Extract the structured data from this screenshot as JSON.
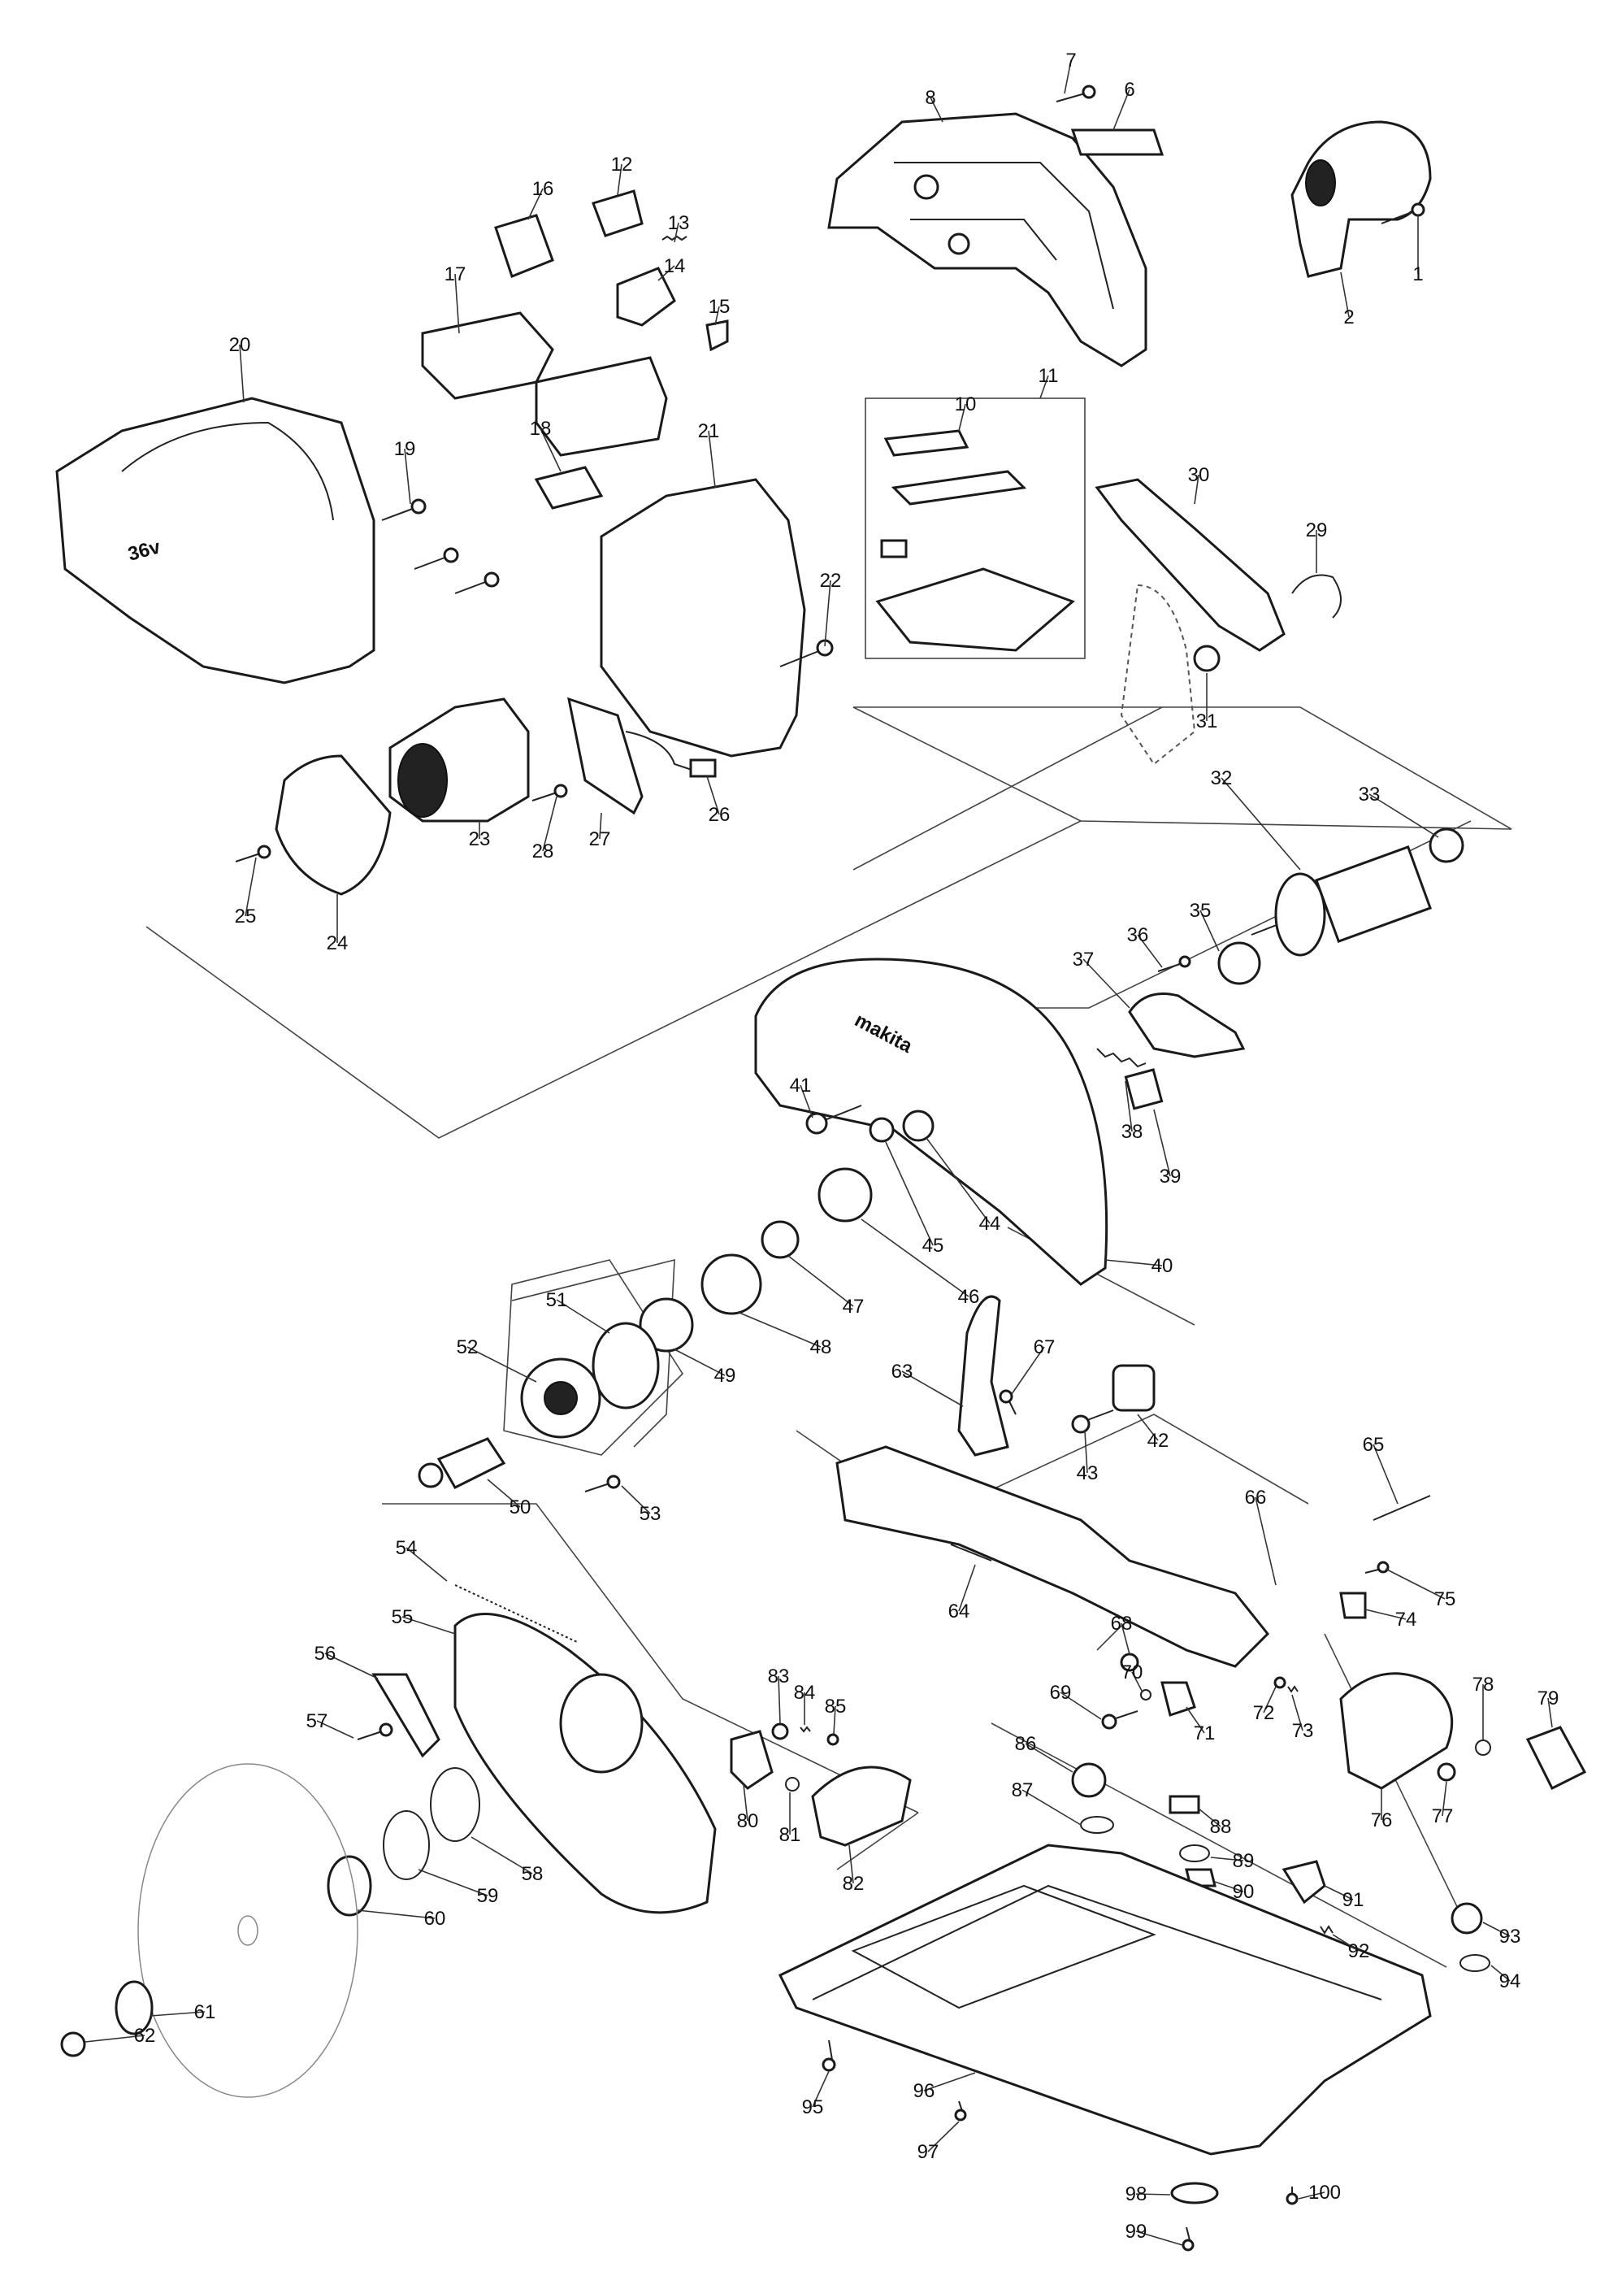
{
  "diagram": {
    "brand_text": "makita",
    "voltage_text": "36v",
    "part_numbers": [
      "1",
      "2",
      "6",
      "7",
      "8",
      "10",
      "11",
      "12",
      "13",
      "14",
      "15",
      "16",
      "17",
      "18",
      "19",
      "20",
      "21",
      "22",
      "23",
      "24",
      "25",
      "26",
      "27",
      "28",
      "29",
      "30",
      "31",
      "32",
      "33",
      "35",
      "36",
      "37",
      "38",
      "39",
      "40",
      "41",
      "42",
      "43",
      "44",
      "45",
      "46",
      "47",
      "48",
      "49",
      "50",
      "51",
      "52",
      "53",
      "54",
      "55",
      "56",
      "57",
      "58",
      "59",
      "60",
      "61",
      "62",
      "63",
      "64",
      "65",
      "66",
      "67",
      "68",
      "69",
      "70",
      "71",
      "72",
      "73",
      "74",
      "75",
      "76",
      "77",
      "78",
      "79",
      "80",
      "81",
      "82",
      "83",
      "84",
      "85",
      "86",
      "87",
      "88",
      "89",
      "90",
      "91",
      "92",
      "93",
      "94",
      "95",
      "96",
      "97",
      "98",
      "99",
      "100"
    ]
  }
}
